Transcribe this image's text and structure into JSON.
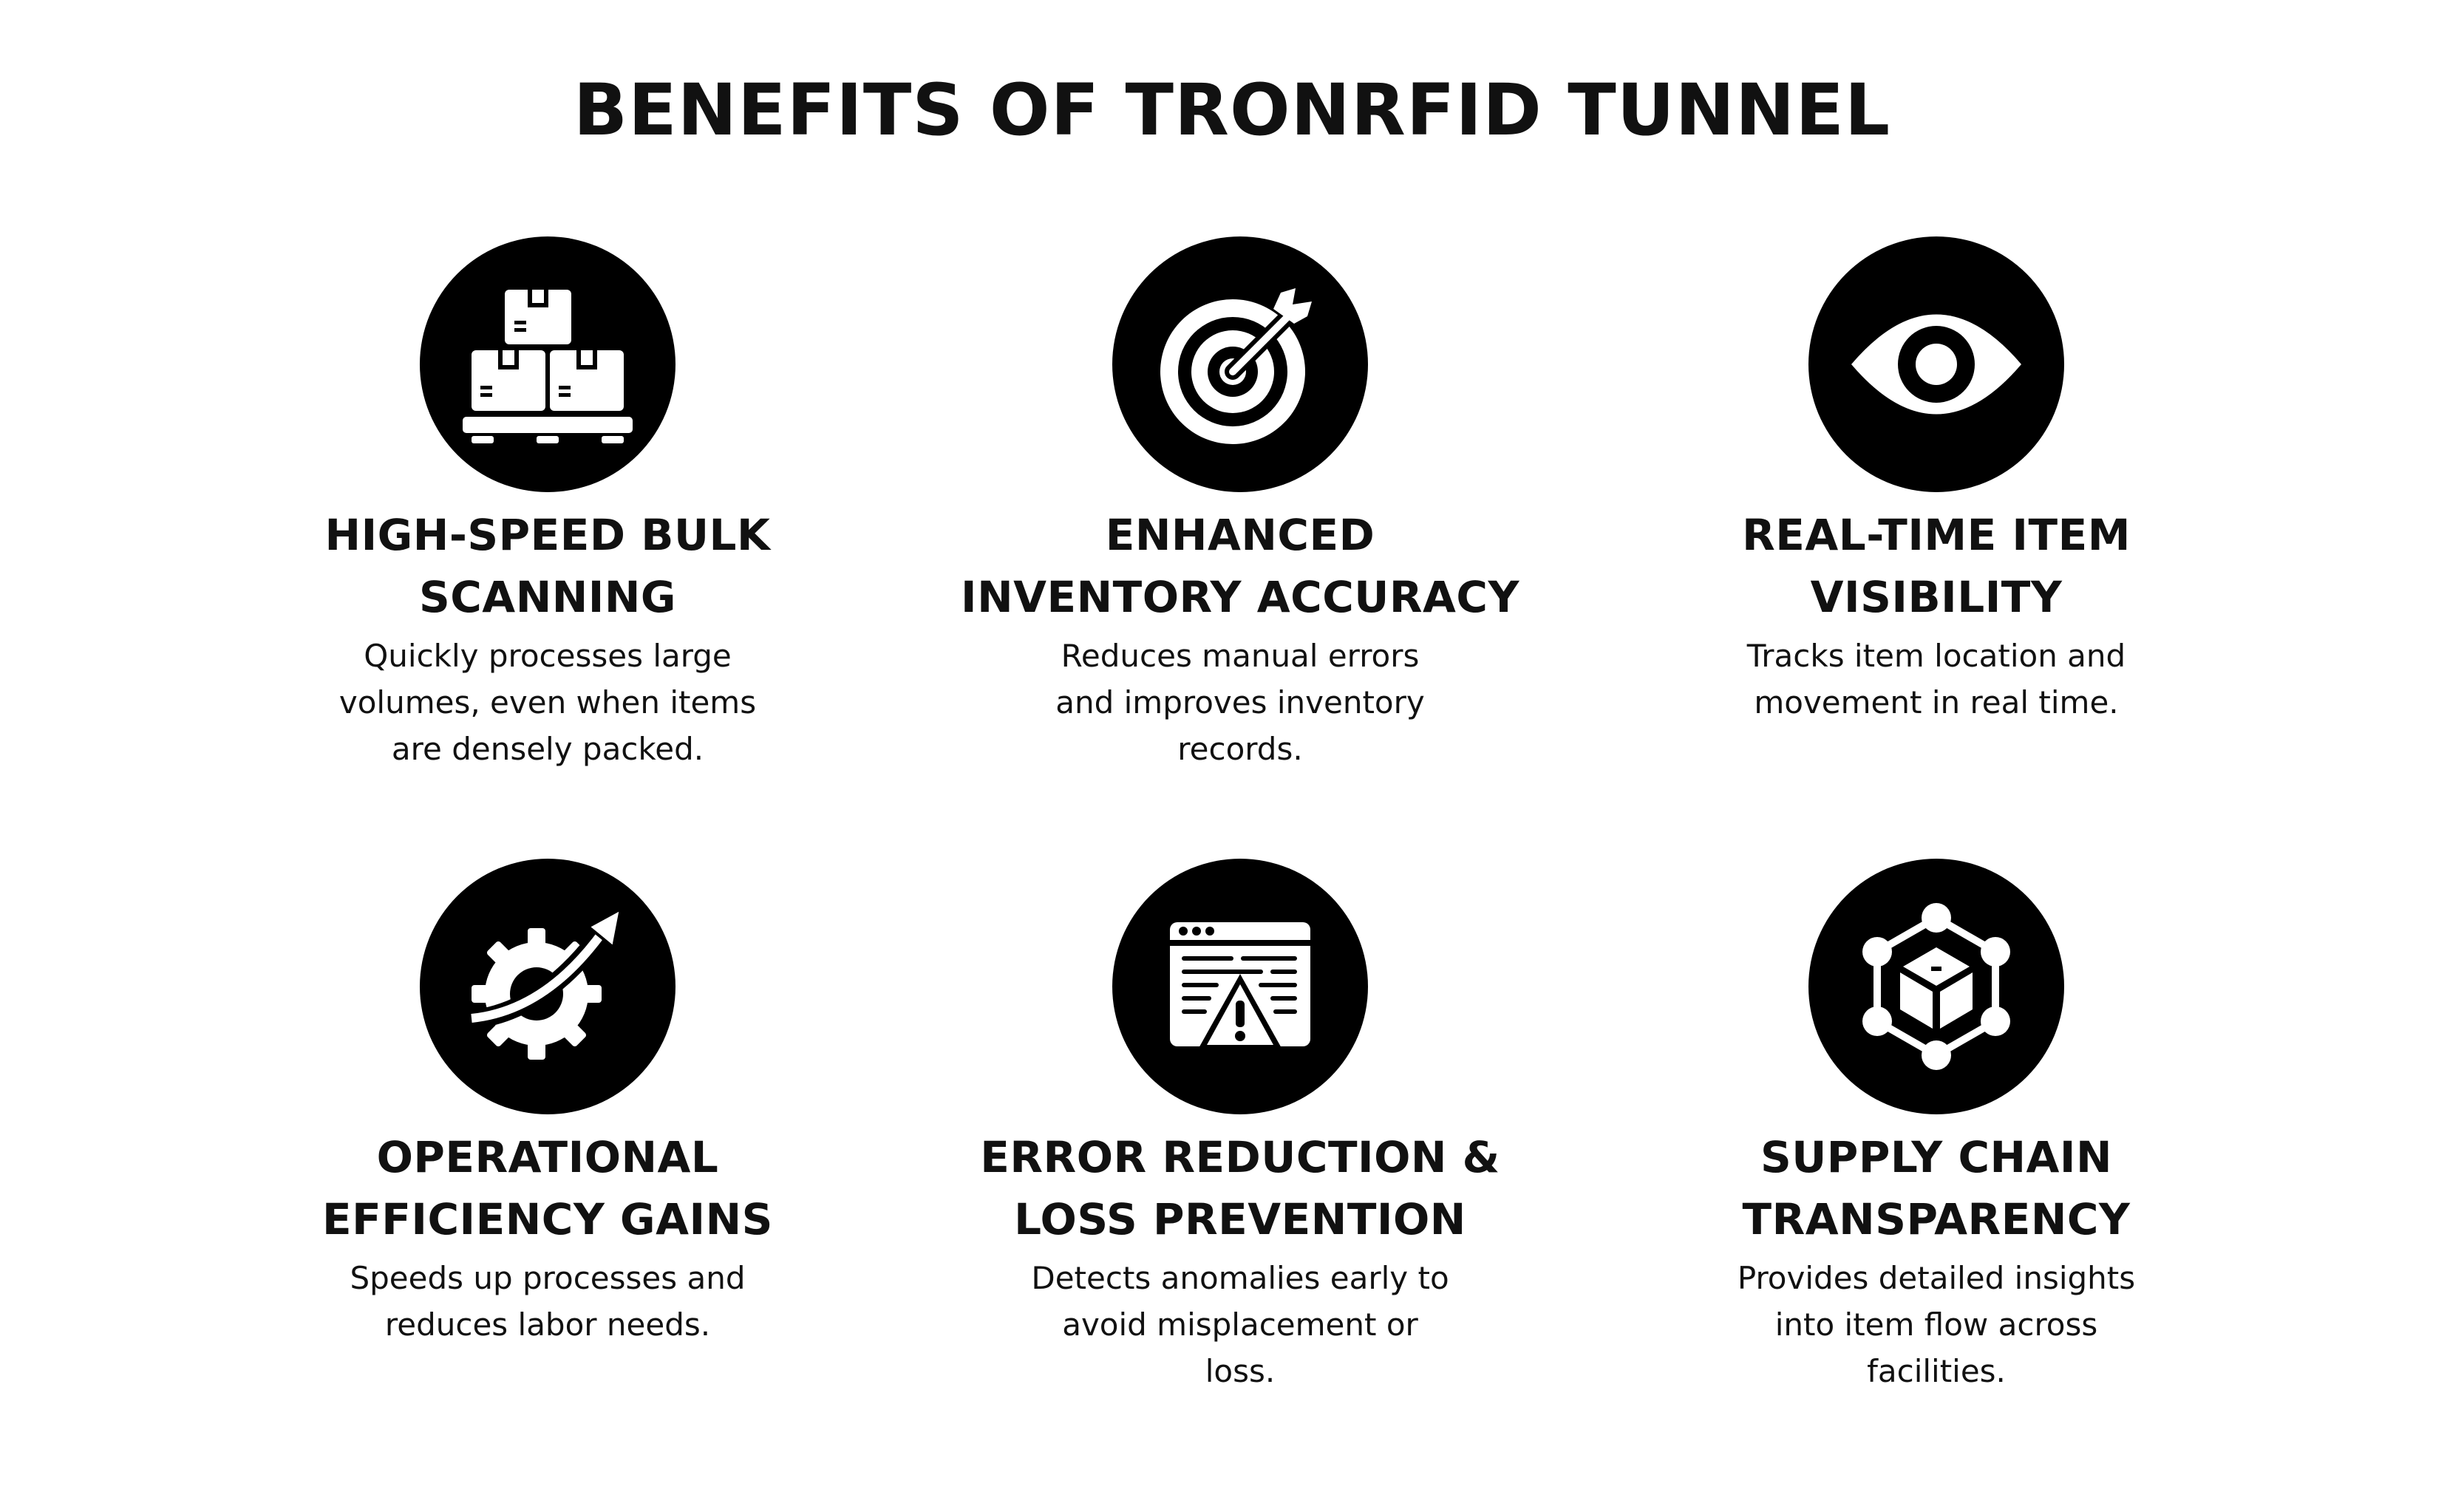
{
  "page": {
    "title": "BENEFITS OF TRONRFID TUNNEL"
  },
  "colors": {
    "background": "#ffffff",
    "icon_circle": "#000000",
    "text": "#111111"
  },
  "benefits": [
    {
      "icon": "stacked-boxes-pallet-icon",
      "title_line1": "HIGH-SPEED BULK",
      "title_line2": "SCANNING",
      "desc_line1": "Quickly processes large",
      "desc_line2": "volumes, even when items",
      "desc_line3": "are densely packed."
    },
    {
      "icon": "target-arrow-icon",
      "title_line1": "ENHANCED",
      "title_line2": "INVENTORY ACCURACY",
      "desc_line1": "Reduces manual errors",
      "desc_line2": "and improves inventory",
      "desc_line3": "records."
    },
    {
      "icon": "eye-icon",
      "title_line1": "REAL-TIME ITEM",
      "title_line2": "VISIBILITY",
      "desc_line1": "Tracks item location and",
      "desc_line2": "movement in real time.",
      "desc_line3": ""
    },
    {
      "icon": "gear-growth-arrow-icon",
      "title_line1": "OPERATIONAL",
      "title_line2": "EFFICIENCY GAINS",
      "desc_line1": "Speeds up processes and",
      "desc_line2": "reduces labor needs.",
      "desc_line3": ""
    },
    {
      "icon": "browser-warning-icon",
      "title_line1": "ERROR REDUCTION &",
      "title_line2": "LOSS PREVENTION",
      "desc_line1": "Detects anomalies early to",
      "desc_line2": "avoid misplacement or",
      "desc_line3": "loss."
    },
    {
      "icon": "network-cube-icon",
      "title_line1": "SUPPLY CHAIN",
      "title_line2": "TRANSPARENCY",
      "desc_line1": "Provides detailed insights",
      "desc_line2": "into item flow across",
      "desc_line3": "facilities."
    }
  ]
}
